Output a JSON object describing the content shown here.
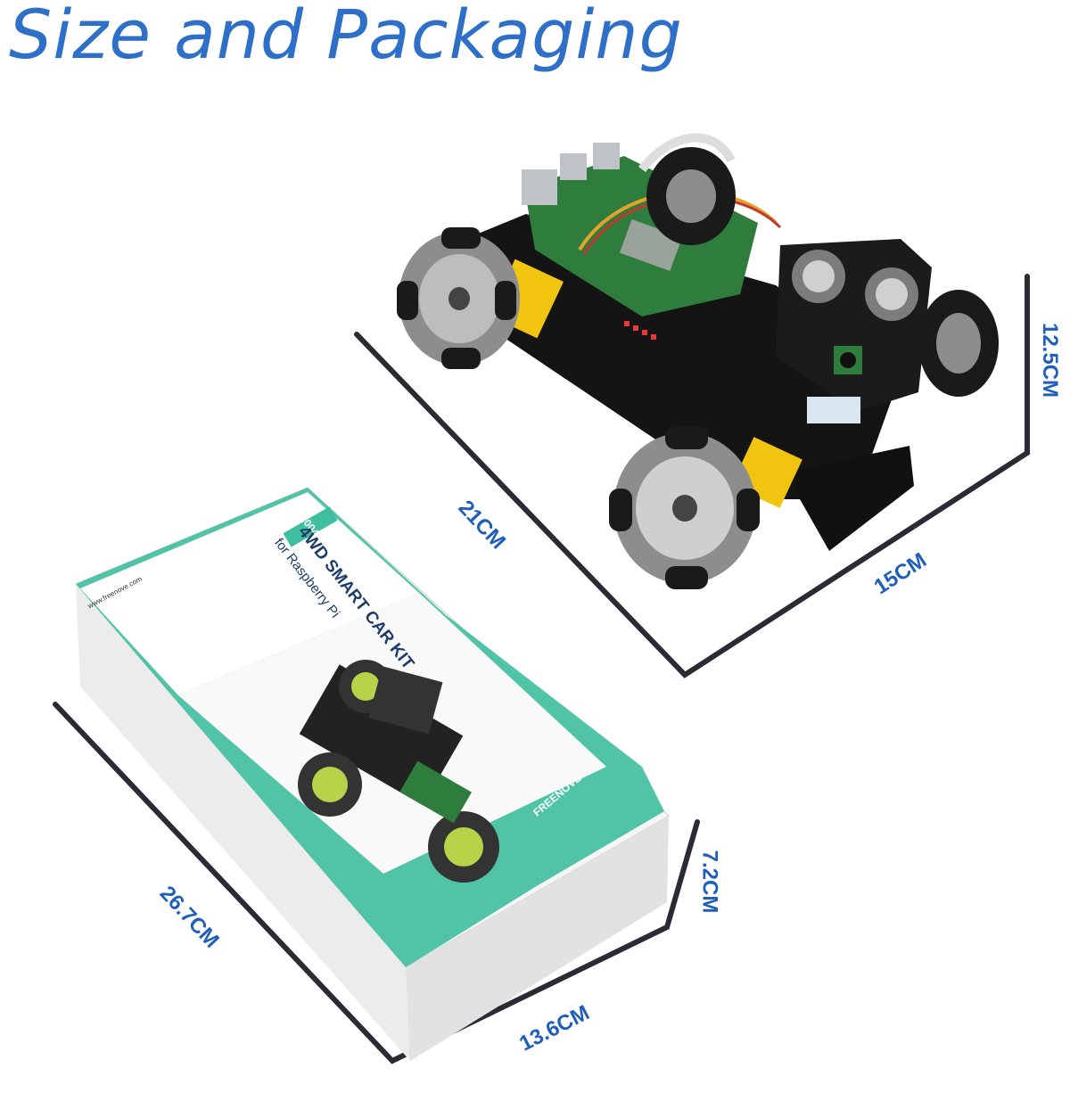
{
  "title": "Size and Packaging",
  "dimensions": {
    "car_length": "21CM",
    "car_width": "15CM",
    "car_height": "12.5CM",
    "box_length": "26.7CM",
    "box_width": "13.6CM",
    "box_height": "7.2CM"
  },
  "box": {
    "model": "FNK0043",
    "product_name": "4WD SMART CAR KIT",
    "product_subtitle": "for Raspberry Pi",
    "brand": "FREENOVE",
    "website": "www.freenove.com"
  },
  "colors": {
    "title": "#2e6fc7",
    "dimension_text": "#1f5fb8",
    "dimension_line": "#2b2b35",
    "box_teal": "#3fbf9f"
  }
}
